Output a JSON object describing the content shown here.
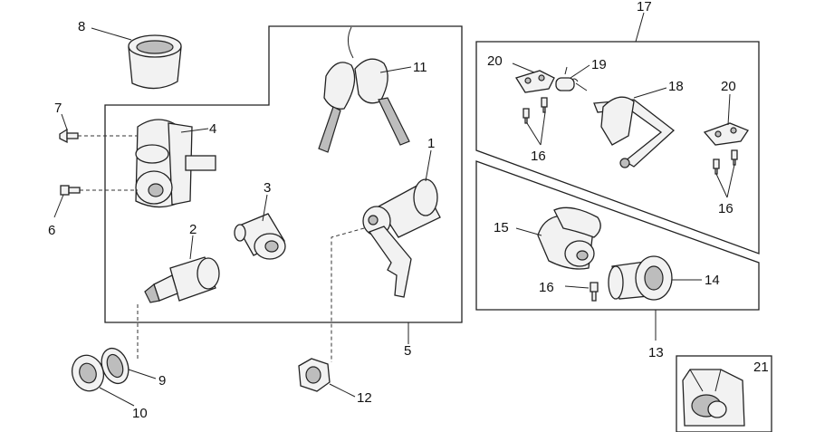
{
  "callouts": [
    {
      "id": "1",
      "label": "1"
    },
    {
      "id": "2",
      "label": "2"
    },
    {
      "id": "3",
      "label": "3"
    },
    {
      "id": "4",
      "label": "4"
    },
    {
      "id": "5",
      "label": "5"
    },
    {
      "id": "6",
      "label": "6"
    },
    {
      "id": "7",
      "label": "7"
    },
    {
      "id": "8",
      "label": "8"
    },
    {
      "id": "9",
      "label": "9"
    },
    {
      "id": "10",
      "label": "10"
    },
    {
      "id": "11",
      "label": "11"
    },
    {
      "id": "12",
      "label": "12"
    },
    {
      "id": "13",
      "label": "13"
    },
    {
      "id": "14",
      "label": "14"
    },
    {
      "id": "15",
      "label": "15"
    },
    {
      "id": "16a",
      "label": "16"
    },
    {
      "id": "16b",
      "label": "16"
    },
    {
      "id": "16c",
      "label": "16"
    },
    {
      "id": "17",
      "label": "17"
    },
    {
      "id": "18",
      "label": "18"
    },
    {
      "id": "19",
      "label": "19"
    },
    {
      "id": "20a",
      "label": "20"
    },
    {
      "id": "20b",
      "label": "20"
    },
    {
      "id": "21",
      "label": "21"
    }
  ]
}
